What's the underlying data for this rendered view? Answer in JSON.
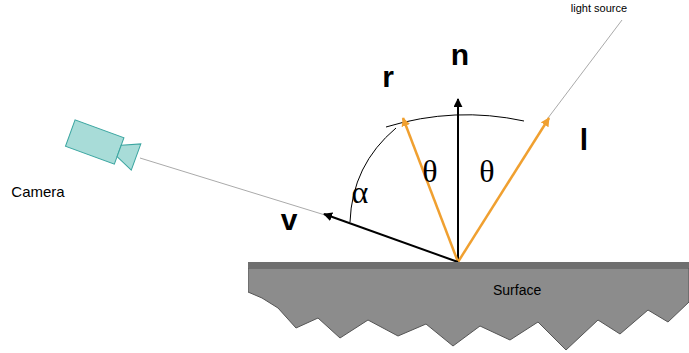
{
  "diagram": {
    "nodes": [
      {
        "text": [
          "Surface"
        ]
      }
    ],
    "labels": [
      "light source",
      "r",
      "n",
      "θ",
      "θ",
      "l",
      "α",
      "v",
      "Camera"
    ]
  }
}
